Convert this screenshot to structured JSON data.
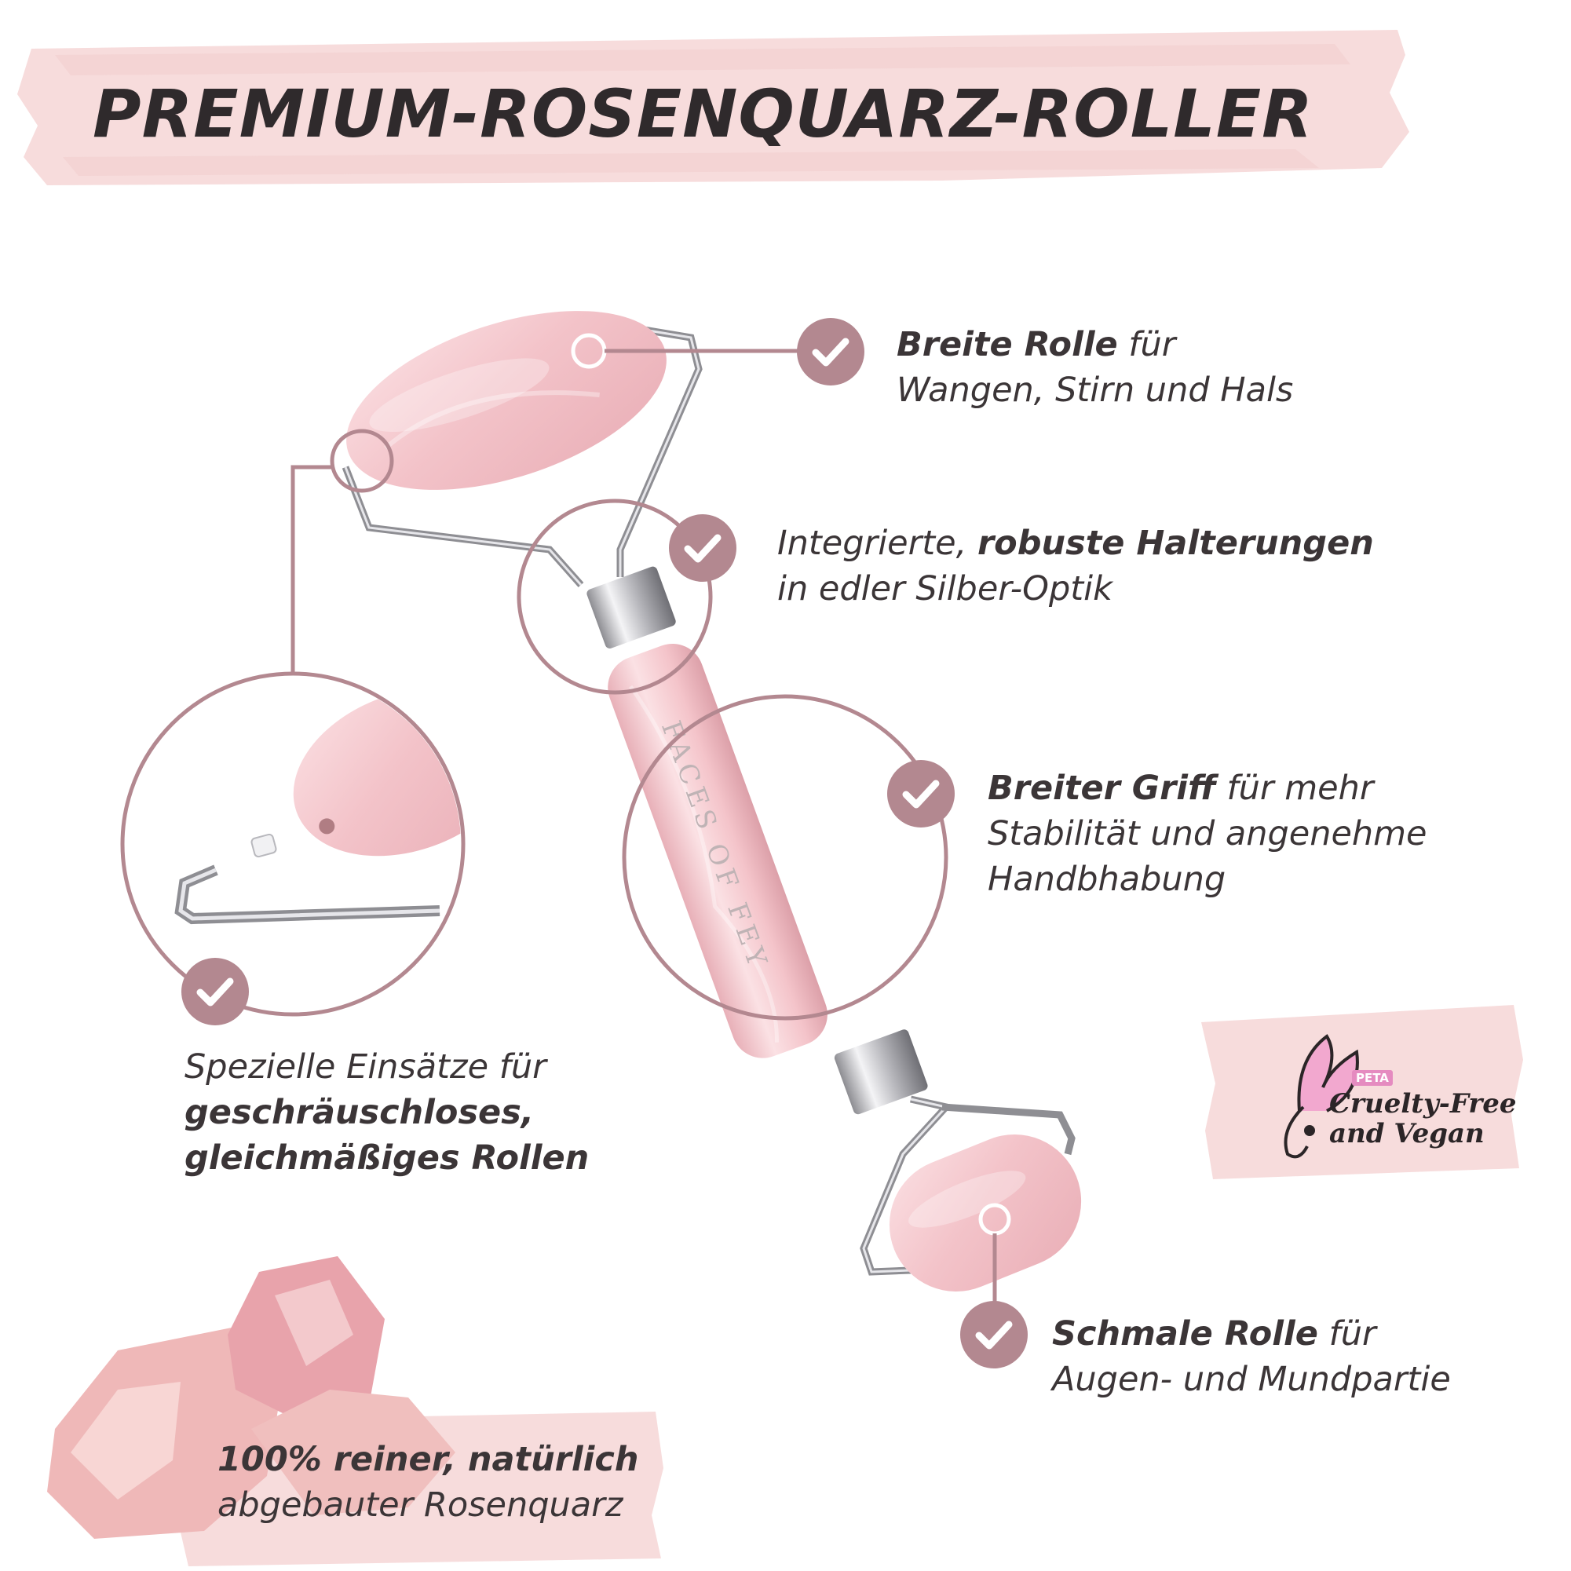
{
  "title": "PREMIUM-ROSENQUARZ-ROLLER",
  "brand_engraving": "FACES OF FEY",
  "features": {
    "broad_roller": {
      "bold": "Breite Rolle",
      "rest": " für",
      "line2": "Wangen, Stirn und Hals"
    },
    "holders": {
      "plain": "Integrierte, ",
      "bold": "robuste Halterungen",
      "line2": "in edler Silber-Optik"
    },
    "handle": {
      "bold": "Breiter Griff",
      "rest": " für mehr",
      "line2": "Stabilität und angenehme",
      "line3": "Handbhabung"
    },
    "inserts": {
      "line1": "Spezielle Einsätze für",
      "line2": "geschräuschloses,",
      "line3": "gleichmäßiges Rollen"
    },
    "narrow_roller": {
      "bold": "Schmale Rolle",
      "rest": " für",
      "line2": "Augen- und Mundpartie"
    }
  },
  "quartz_note": {
    "line1": "100% reiner, natürlich",
    "line2": "abgebauter Rosenquarz"
  },
  "peta": {
    "badge": "PETA",
    "line1": "Cruelty-Free",
    "line2": "and Vegan"
  },
  "colors": {
    "accent": "#b38890",
    "brush": "#f7dcdc",
    "quartz": "#f3c6cc",
    "text": "#3b3537",
    "peta_pink": "#e58bc0"
  },
  "icons": [
    "check-icon",
    "bunny-logo-icon"
  ]
}
